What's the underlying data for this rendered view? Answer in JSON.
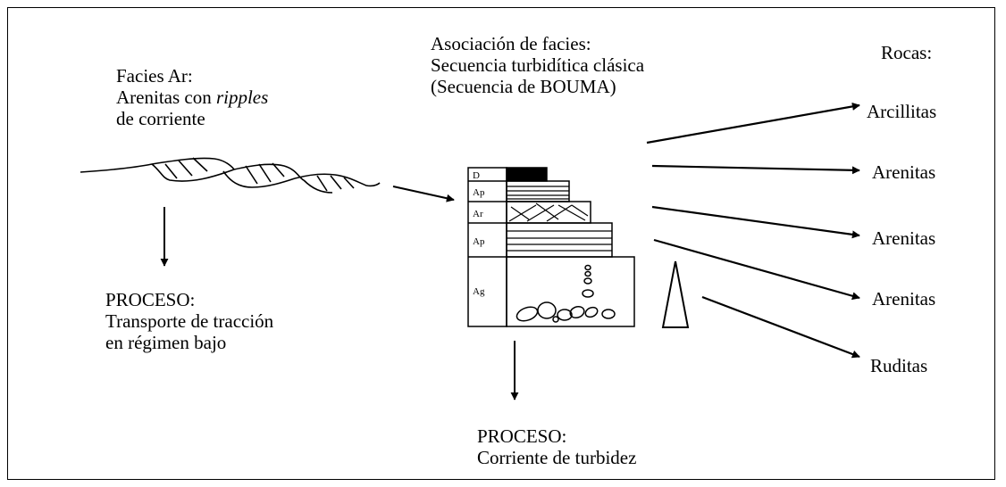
{
  "facies": {
    "line1": "Facies Ar:",
    "line2_prefix": "Arenitas con ",
    "line2_italic": "ripples",
    "line3": "de corriente"
  },
  "association": {
    "line1": "Asociación de facies:",
    "line2": "Secuencia turbidítica clásica",
    "line3": "(Secuencia de BOUMA)"
  },
  "process_left": {
    "line1": "PROCESO:",
    "line2": "Transporte de tracción",
    "line3": "en régimen bajo"
  },
  "process_bottom": {
    "line1": "PROCESO:",
    "line2": "Corriente de turbidez"
  },
  "rocks": {
    "title": "Rocas:",
    "items": [
      "Arcillitas",
      "Arenitas",
      "Arenitas",
      "Arenitas",
      "Ruditas"
    ]
  },
  "column_labels": [
    "D",
    "Ap",
    "Ar",
    "Ap",
    "Ag"
  ]
}
